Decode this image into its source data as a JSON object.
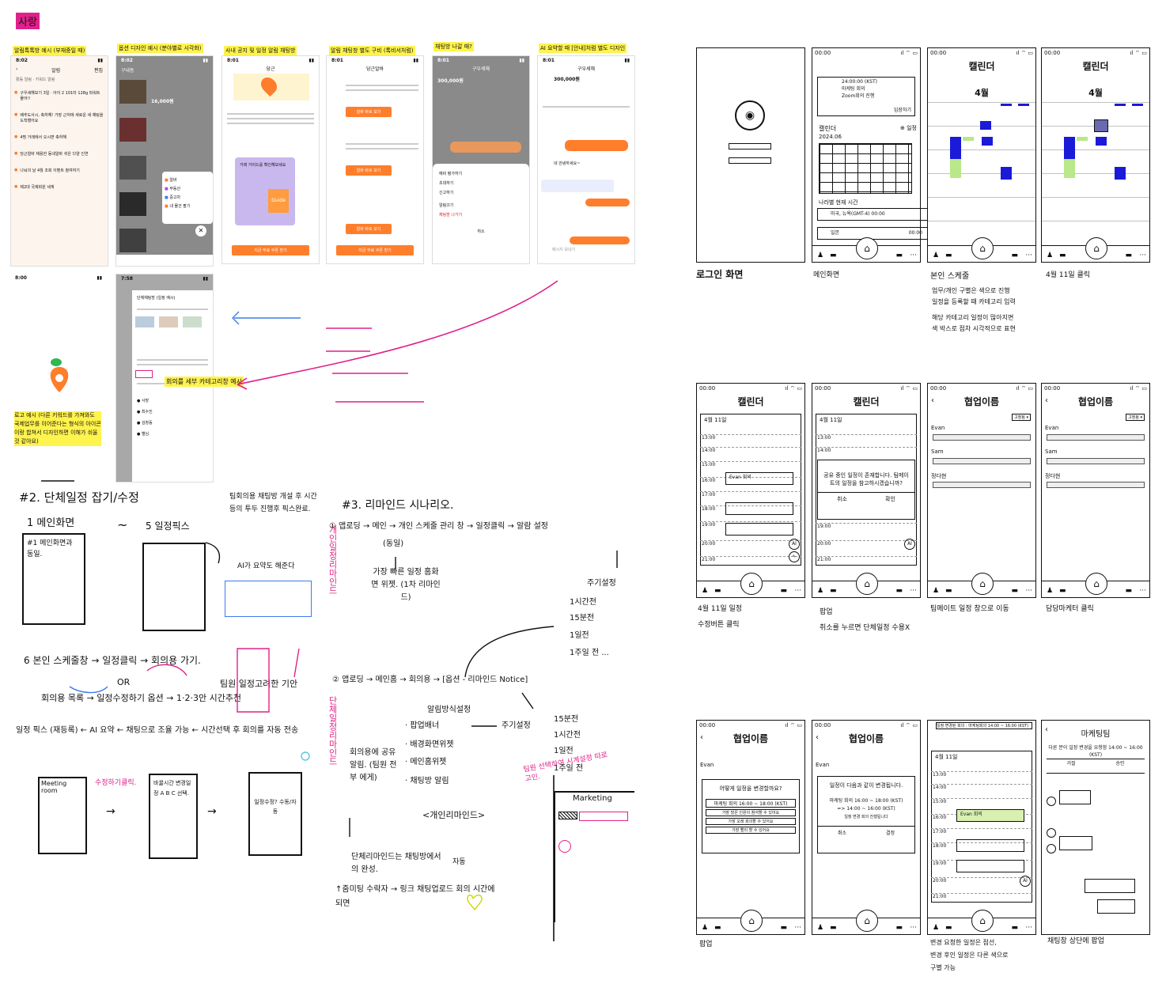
{
  "board": {
    "title": "사랑",
    "label_a": "알림톡톡방 예시 (부재중일 때)",
    "label_b": "옵션 디자인 예시 (분야별로 시각화)",
    "label_c": "사내 공지 및 일정 알림 채팅방",
    "label_d": "알림 채팅창 별도 구비 (톡비서처럼)",
    "label_e": "채팅방 나갈 때?",
    "label_f": "AI 요약할 때 [안내]처럼 별도 디자인",
    "label_g": "회의를 세부 카테고리창 예시",
    "logo_note": "로고 예시 (다른 키워드를 가져와도 국제업무를 이어준다는 형식의 아이콘이랑 합쳐서 디자인하면 이해가 쉬울 것 같아요)"
  },
  "phones": {
    "a_time": "8:02",
    "a_title": "알림",
    "a_tabs": "활동 알림 · 키워드 알림",
    "a_setting": "편집",
    "a_items": [
      "구우세해보기 3일 · 아이 2 101타 128g 파워트 물어!!",
      "배추도사시, 축하해! 가장 근처에 새로운 새 채팅을 도착했어요",
      "4명 거래에서 오시면 축하해",
      "당근알바 채용한 동네알바 섞은 다양 인연",
      "나눠의 날 4월 조회 이벤트 참여하기",
      "제2대 국제회원 세계"
    ],
    "b_time": "8:02",
    "b_title": "구내동",
    "b_price": "16,000원",
    "b_menu": [
      "알바",
      "부동산",
      "중고차",
      "내 물건 팔기"
    ],
    "c_time": "8:01",
    "c_title": "당근",
    "c_guide": "Guide",
    "c_card": "거래 가이드를 확인해보세요",
    "c_btn": "지금 무료 쿠폰 받기",
    "d_time": "8:01",
    "d_title": "당근알바",
    "d_btn": "알바 바로 보기",
    "e_time": "8:01",
    "e_title": "구우세해",
    "e_price": "300,000원",
    "e_menu": [
      "예비 평가하기",
      "초대하기",
      "신고하기",
      "알림끄기",
      "채팅방 나가기",
      "취소"
    ],
    "f_time": "8:01",
    "f_title": "구우세해",
    "f_price": "300,000원",
    "f_bubble": "네 안녕하세요~",
    "f_input": "메시지 보내기",
    "g_time": "8:00",
    "h_time": "7:58",
    "h_title": "단체채팅방 (일정 예시)",
    "h_people": [
      "사장",
      "최수진",
      "김창동",
      "별님"
    ]
  },
  "wireframes": {
    "login_caption": "로그인 화면",
    "main_caption": "메인화면",
    "main_time": "00:00",
    "main_event_time": "24:00:00 (KST)",
    "main_event_title": "마케팅 회의",
    "main_event_sub": "Zoom회의 진행",
    "main_event_link": "입장하기",
    "main_calendar_title": "캘린더",
    "main_calendar_month": "2024.06",
    "main_calendar_more": "일정",
    "main_time_title": "나라별 현재 시간",
    "main_time_row1": "미국, 뉴욕(GMT-4) 00:00",
    "main_time_row2": "일본",
    "main_time_row2_val": "00:00",
    "cal_title": "캘린더",
    "cal_month": "4월",
    "cal_caption": "본인 스케줄",
    "cal_note1": "업무/개인 구별은 색으로 진행",
    "cal_note2": "일정을 등록할 때 카테고리 입력",
    "cal_note3": "해당 카테고리 일정이 많아지면",
    "cal_note4": "색 박스로 점차 시각적으로 표현",
    "cal2_caption": "4월 11일 클릭",
    "day_date": "4월 11일",
    "day_event": "Evan 회의",
    "day_times": [
      "13:00",
      "14:00",
      "15:00",
      "16:00",
      "17:00",
      "18:00",
      "19:00",
      "20:00",
      "21:00"
    ],
    "day_caption1": "4월 11일 일정",
    "day_caption1b": "수정버튼 클릭",
    "popup_text": "공유 중인 일정이 존재합니다. 팀메이트의 일정을 참고하시겠습니까?",
    "popup_cancel": "취소",
    "popup_ok": "확인",
    "popup_caption": "팝업",
    "popup_caption_b": "취소를 누르면 단체일정 수용X",
    "team_title": "협업이름",
    "team_filter": "고정됨",
    "team_people": [
      "Evan",
      "Sam",
      "정다현"
    ],
    "team_caption1": "팀메이트 일정 창으로 이동",
    "team_caption2": "담당마케터 클릭",
    "change_q": "어떻게 일정을 변경할까요?",
    "change_item": "마케팅 회의 16:00 ~ 18:00 (KST)",
    "change_opts": [
      "가장 많은 인원이 참석할 수 있어요",
      "가장 오래 회의할 수 있어요",
      "가장 빨리 할 수 있어요"
    ],
    "change_caption": "팝업",
    "result_text1": "일정이 다음과 같이 변경됩니다.",
    "result_text2": "마케팅 회의 16:00 ~ 18:00 (KST)",
    "result_text3": "=> 14:00 ~ 16:00 (KST)",
    "result_text4": "일정 변경 회의 진행됩니다",
    "result_cancel": "취소",
    "result_ok": "결정",
    "final_banner": "일정 변경된 회의 : 마케팅회의 14:00 ~ 16:00 (KST)",
    "final_event": "Evan 회의",
    "final_caption1": "변경 요청한 일정은 점선,",
    "final_caption2": "변경 후인 일정은 다른 색으로",
    "final_caption3": "구별 가능",
    "chat_title": "마케팅팀",
    "chat_msg": "다른 분이 일정 변경을 요청함 14:00 ~ 16:00 (KST)",
    "chat_reject": "거절",
    "chat_accept": "승인",
    "chat_caption": "채팅창 상단에 팝업"
  },
  "sketch": {
    "h2": "#2. 단체일정 잡기/수정",
    "s1": "1 메인화면",
    "s1b": "#1 메인화면과 동일.",
    "s5": "5 일정픽스",
    "note_top": "팀회의용 채팅방 개설 후 시간 등의 투두 진행후 픽스완료.",
    "note_ai": "AI가 요약도 해준다",
    "s6": "6 본인 스케줄창 → 일정클릭 → 회의용 가기.",
    "or": "OR",
    "flow1": "회의용 목록 → 일정수정하기 옵션 → 1·2·3안 시간추천",
    "flow_team": "팀원 일정고려한 기안",
    "flow2": "일정 픽스 (재등록) ← AI 요약 ← 채팅으로 조율 가능 ← 시간선택 후 회의를 자동 전송",
    "meet": "Meeting room",
    "meet_note": "수정하기클릭.",
    "meet2": "바꿀시간 변경일정 A B C 선택.",
    "meet3": "일정수정? 수동/자동",
    "h3": "#3. 리마인드 시나리오.",
    "v1": "개인일정리마인드",
    "r1": "① 앱로딩 → 메인 → 개인 스케줄 관리 창 → 일정클릭 → 알람 설정",
    "r1b": "(동일)",
    "r1c": "가장 빠른 일정 홈화면 위젯. (1차 리마인드)",
    "r1d": "주기설정",
    "r1e": [
      "1시간전",
      "15분전",
      "1일전",
      "1주일 전 ..."
    ],
    "v2": "단체일정리마인드",
    "r2": "② 앱로딩 → 메인홈 → 회의용 → [옵션 - 리마인드 Notice]",
    "r2b": "알림방식설정",
    "r2c": [
      "팝업배너",
      "배경화면위젯",
      "메인홈위젯",
      "채팅방 알림"
    ],
    "r2d": "주기설정",
    "r2e": [
      "15분전",
      "1시간전",
      "1일전",
      "1주일 전"
    ],
    "r2f": "<개인리마인드>",
    "r2g": "회의용에 공유 알림. (팀원 전부 에게)",
    "r2h": "단체리마인드는 채팅방에서의 완성.",
    "r2i": "자동",
    "r2j": "↑줌미팅 수락자 → 링크 채팅업로드 회의 시간에 되면",
    "r2k": "팀원 선택하여 시계설정 따로 고인.",
    "mk": "Marketing"
  }
}
